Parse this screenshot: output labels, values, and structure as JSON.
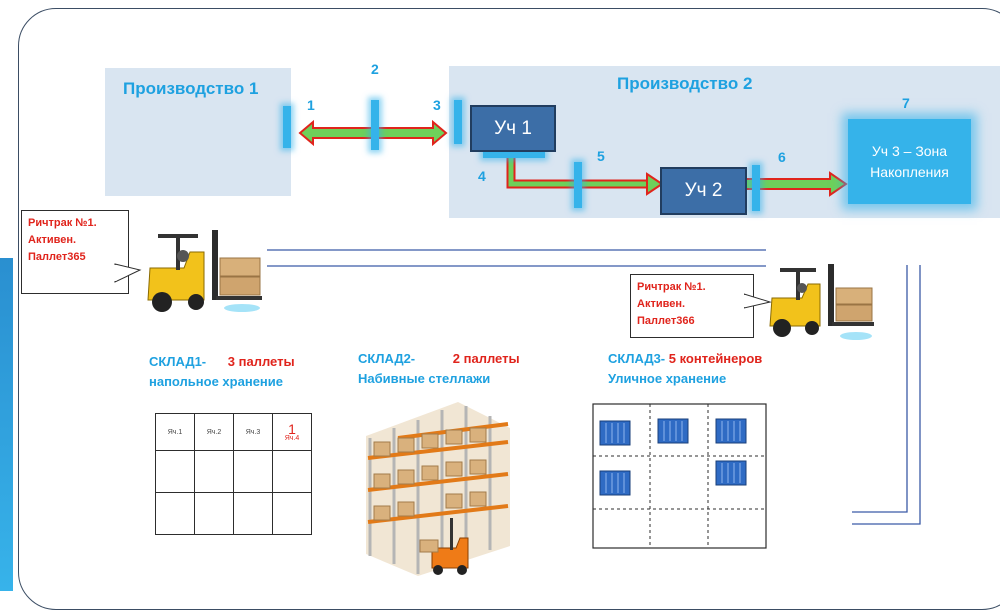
{
  "productions": {
    "p1_title": "Производство 1",
    "p2_title": "Производство 2"
  },
  "points": [
    "1",
    "2",
    "3",
    "4",
    "5",
    "6",
    "7"
  ],
  "units": {
    "u1": "Уч 1",
    "u2": "Уч 2",
    "u3_line1": "Уч 3 – Зона",
    "u3_line2": "Накопления"
  },
  "reachtrucks": [
    {
      "line1": "Ричтрак №1.",
      "line2": "Активен.",
      "line3": "Паллет365"
    },
    {
      "line1": "Ричтрак №1.",
      "line2": "Активен.",
      "line3": "Паллет366"
    }
  ],
  "warehouses": [
    {
      "name": "СКЛАД1-",
      "count": "3 паллеты",
      "subtitle": "напольное хранение"
    },
    {
      "name": "СКЛАД2-",
      "count": "2 паллеты",
      "subtitle": "Набивные стеллажи"
    },
    {
      "name": "СКЛАД3- ",
      "count": "5  контейнеров",
      "subtitle": "Уличное хранение"
    }
  ],
  "sklad1_cells": [
    "Яч.1",
    "Яч.2",
    "Яч.3",
    "Яч.4"
  ],
  "sklad1_cell4_count": "1",
  "colors": {
    "accent": "#35b3ea",
    "arrow_green": "#6ed05a",
    "arrow_red": "#e0241c",
    "unit_blue": "#3c6ea7",
    "zone_bg": "#d9e5f1",
    "alert": "#e0241c"
  }
}
